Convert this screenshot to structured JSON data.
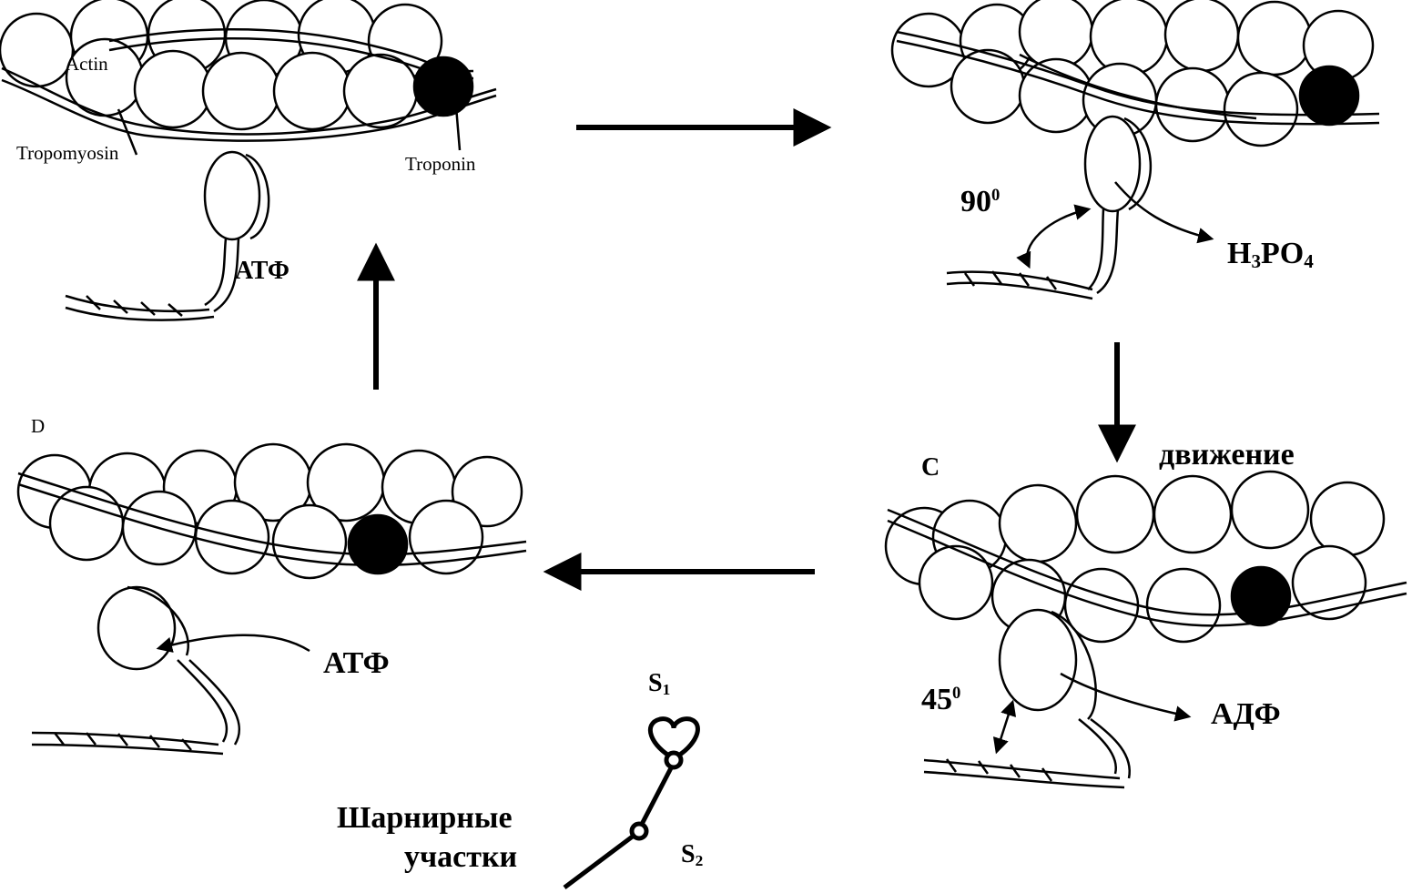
{
  "panels": {
    "a": {
      "actin_label": "Actin",
      "tropomyosin_label": "Tropomyosin",
      "troponin_label": "Troponin",
      "atp_label": "АТФ"
    },
    "b": {
      "angle_value": "90",
      "angle_exp": "0",
      "phosphate_h": "H",
      "phosphate_3": "3",
      "phosphate_po": "PO",
      "phosphate_4": "4"
    },
    "c": {
      "letter": "C",
      "motion_label": "движение",
      "angle_value": "45",
      "angle_exp": "0",
      "adp_label": "АДФ"
    },
    "d": {
      "letter": "D",
      "atp_label": "АТФ"
    }
  },
  "hinge": {
    "s1_main": "S",
    "s1_sub": "1",
    "s2_main": "S",
    "s2_sub": "2",
    "label_line1": "Шарнирные",
    "label_line2": "участки"
  },
  "colors": {
    "ink": "#000000",
    "paper": "#ffffff"
  }
}
